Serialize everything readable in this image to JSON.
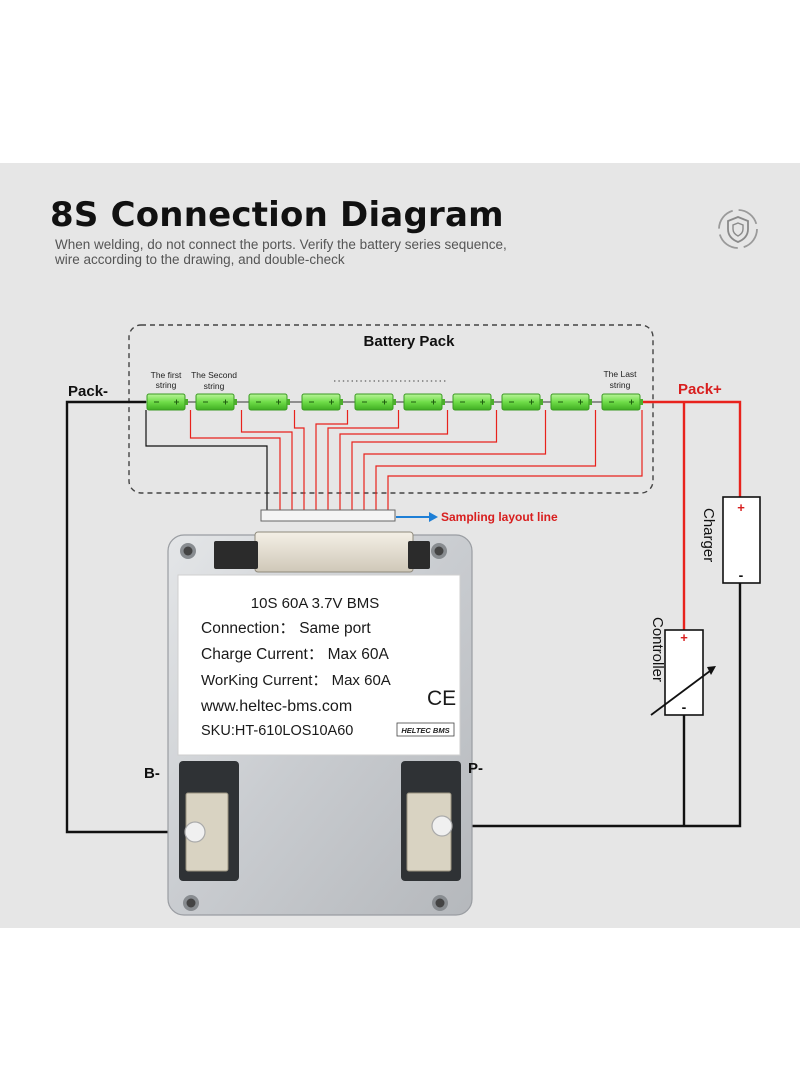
{
  "header": {
    "title": "8S Connection Diagram",
    "subtitle_line1": "When welding, do not connect the ports. Verify the battery series sequence,",
    "subtitle_line2": "wire according to the drawing, and double-check",
    "badge_icon": "shield-gear-icon"
  },
  "battery_pack": {
    "title": "Battery Pack",
    "first_string_line1": "The first",
    "first_string_line2": "string",
    "second_string_line1": "The Second",
    "second_string_line2": "string",
    "last_string_line1": "The Last",
    "last_string_line2": "string",
    "cell_count": 10,
    "cell_color": "#7fe35a"
  },
  "terminals": {
    "pack_minus": "Pack-",
    "pack_plus": "Pack+",
    "b_minus": "B-",
    "p_minus": "P-"
  },
  "sampling_label": "Sampling layout line",
  "charger": {
    "label": "Charger",
    "plus": "+",
    "minus": "-"
  },
  "controller": {
    "label": "Controller",
    "plus": "+",
    "minus": "-"
  },
  "bms_label": {
    "line1": "10S 60A 3.7V BMS",
    "line2": "Connection： Same port",
    "line3": "Charge Current： Max 60A",
    "line4": "WorKing Current： Max 60A",
    "website": "www.heltec-bms.com",
    "ce_mark": "CE",
    "sku": "SKU:HT-610LOS10A60",
    "brand_logo": "HELTEC BMS"
  },
  "colors": {
    "wire_red": "#e8221c",
    "wire_black": "#111111",
    "sampling_blue": "#1e7fd6",
    "sampling_text": "#d81e1e",
    "pack_plus_text": "#d81e1e"
  }
}
